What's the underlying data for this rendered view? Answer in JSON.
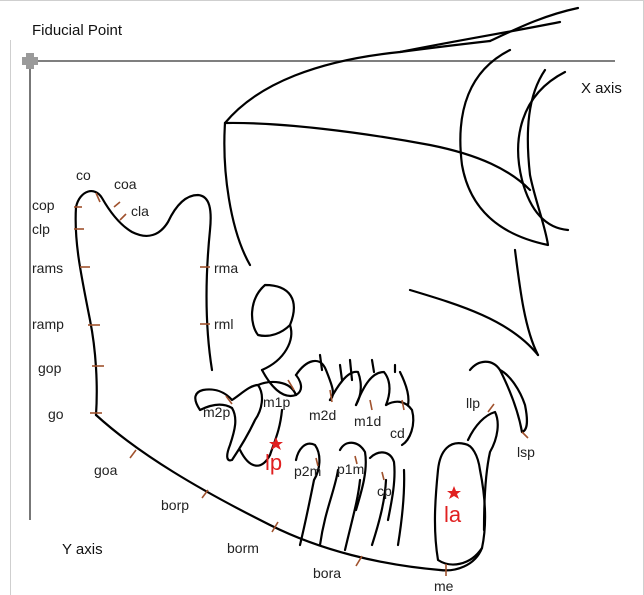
{
  "header": {
    "fiducial_point": "Fiducial Point"
  },
  "axes": {
    "x_axis": "X axis",
    "y_axis": "Y axis"
  },
  "landmarks": {
    "co": "co",
    "coa": "coa",
    "cop": "cop",
    "clp": "clp",
    "cla": "cla",
    "rams": "rams",
    "rma": "rma",
    "ramp": "ramp",
    "rml": "rml",
    "gop": "gop",
    "go": "go",
    "goa": "goa",
    "m2p": "m2p",
    "m1p": "m1p",
    "m2d": "m2d",
    "m1d": "m1d",
    "cd": "cd",
    "llp": "llp",
    "lsp": "lsp",
    "p2m": "p2m",
    "p1m": "p1m",
    "cp": "cp",
    "borp": "borp",
    "borm": "borm",
    "bora": "bora",
    "me": "me"
  },
  "markers": {
    "lp": "lp",
    "la": "la"
  },
  "colors": {
    "accent": "#e02020",
    "tick": "#a0522d",
    "axis": "#555555"
  }
}
